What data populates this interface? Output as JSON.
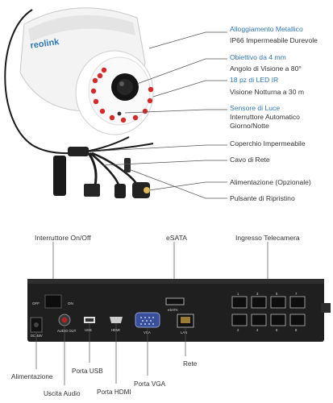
{
  "camera": {
    "brand": "reolink",
    "features": [
      {
        "title": "Alloggiamento Metallico",
        "lines": [
          "IP66 Impermeabile Durevole"
        ]
      },
      {
        "title": "Obiettivo da 4 mm",
        "lines": [
          "Angolo di Visione a 80°"
        ]
      },
      {
        "title": "18 pz di LED IR",
        "lines": [
          "Visione Notturna a 30 m"
        ]
      },
      {
        "title": "Sensore di Luce",
        "lines": [
          "Interruttore Automatico",
          "Giorno/Notte"
        ]
      }
    ],
    "parts": [
      "Coperchio Impermeabile",
      "Cavo di Rete",
      "Alimentazione (Opzionale)",
      "Pulsante di Ripristino"
    ]
  },
  "nvr": {
    "top_labels": [
      "Interruttore On/Off",
      "eSATA",
      "Ingresso Telecamera"
    ],
    "bottom_labels": [
      "Alimentazione",
      "Uscita Audio",
      "Porta USB",
      "Porta HDMI",
      "Porta VGA",
      "Rete"
    ],
    "panel_text": {
      "off": "OFF",
      "on": "ON",
      "dc": "DC 48V",
      "audio": "AUDIO OUT",
      "usb": "USB",
      "hdmi": "HDMI",
      "vga": "VGA",
      "lan": "LAN",
      "esata": "eSATA",
      "poe_numbers": [
        "1",
        "3",
        "5",
        "7",
        "2",
        "4",
        "6",
        "8"
      ]
    }
  },
  "colors": {
    "accent_blue": "#2f78b7",
    "panel": "#1f1f1f",
    "line": "#555555"
  }
}
